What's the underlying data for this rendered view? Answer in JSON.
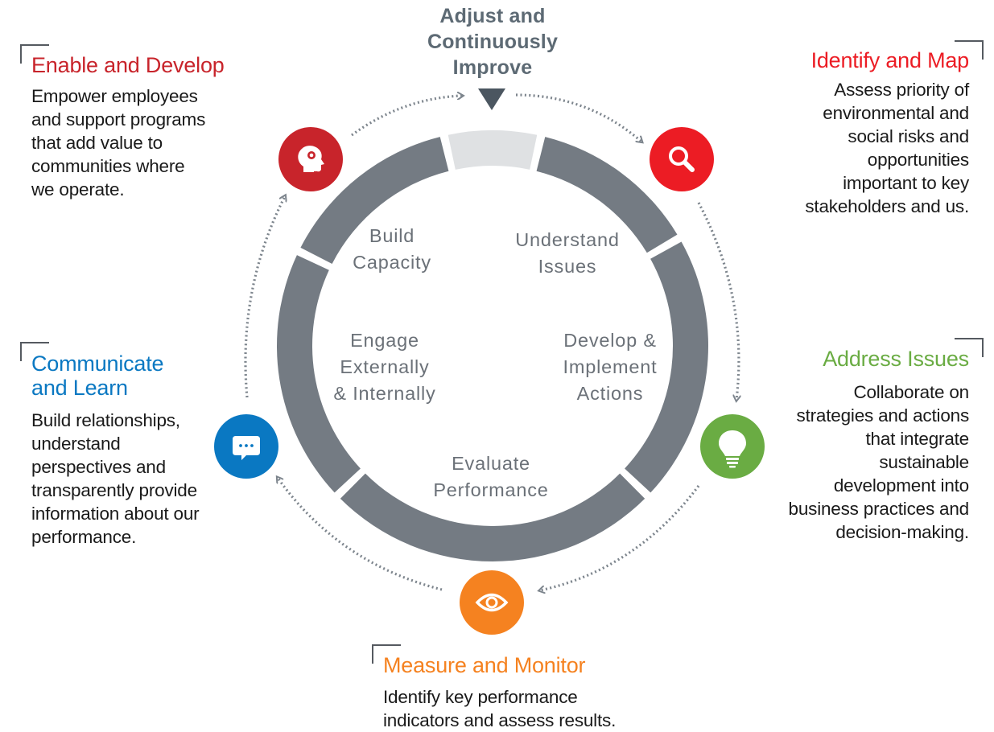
{
  "colors": {
    "ring": "#747b83",
    "ring_highlight": "#dfe1e3",
    "arrow": "#7d858d",
    "red_dark": "#c8242b",
    "red": "#ec1c24",
    "green": "#6aac43",
    "orange": "#f58220",
    "blue": "#0a78c2"
  },
  "top": {
    "label": "Adjust and\nContinuously\nImprove"
  },
  "stages": {
    "enable": {
      "title": "Enable and Develop",
      "desc": "Empower employees\nand support programs\nthat add value to\ncommunities where\nwe operate.",
      "icon": "head-gear-icon"
    },
    "identify": {
      "title": "Identify and Map",
      "desc": "Assess priority of\nenvironmental and\nsocial risks and\nopportunities\nimportant to key\nstakeholders and us.",
      "icon": "magnifier-icon"
    },
    "address": {
      "title": "Address Issues",
      "desc": "Collaborate on\nstrategies and actions\nthat integrate\nsustainable\ndevelopment into\nbusiness practices and\ndecision-making.",
      "icon": "lightbulb-icon"
    },
    "measure": {
      "title": "Measure and Monitor",
      "desc": "Identify key performance\nindicators and assess results.",
      "icon": "eye-icon"
    },
    "communicate": {
      "title": "Communicate\nand Learn",
      "desc": "Build relationships,\nunderstand\nperspectives and\ntransparently provide\ninformation about our\nperformance.",
      "icon": "chat-bubble-icon"
    }
  },
  "ring_labels": {
    "build": "Build\nCapacity",
    "understand": "Understand\nIssues",
    "evaluate": "Evaluate\nPerformance"
  },
  "inner_labels": {
    "engage": "Engage\nExternally\n& Internally",
    "develop": "Develop &\nImplement\nActions"
  }
}
